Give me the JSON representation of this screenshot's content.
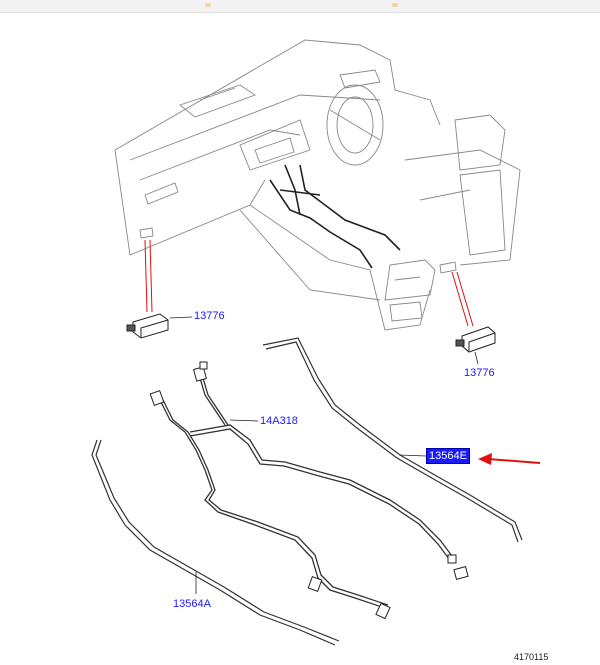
{
  "callouts": {
    "bracket_left": "13776",
    "bracket_right": "13776",
    "harness": "14A318",
    "cable_highlighted": "13564E",
    "cable_lower": "13564A"
  },
  "figure_number": "4170115",
  "colors": {
    "callout_text": "#1a1aff",
    "highlight_bg": "#1a1aff",
    "arrow": "#e01010",
    "leader": "#e01010",
    "linework": "#333333"
  },
  "icons": {
    "pointer": "red-arrow-icon"
  }
}
